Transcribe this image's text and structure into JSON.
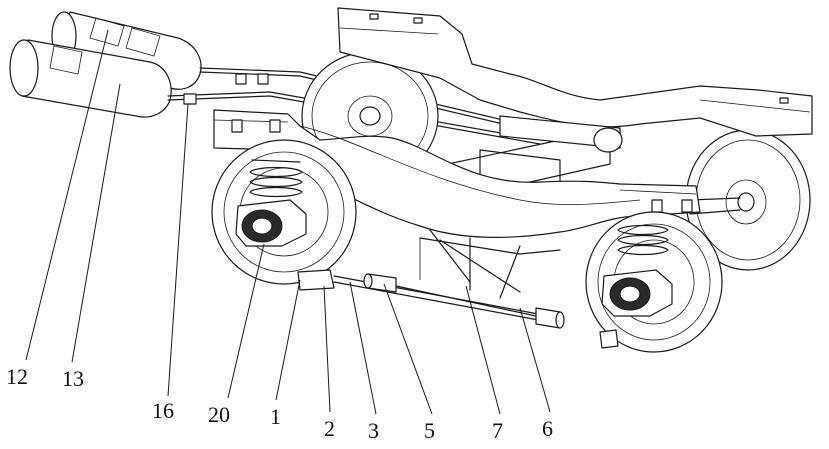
{
  "figure": {
    "callouts": [
      {
        "id": "12",
        "label": "12"
      },
      {
        "id": "13",
        "label": "13"
      },
      {
        "id": "16",
        "label": "16"
      },
      {
        "id": "20",
        "label": "20"
      },
      {
        "id": "1",
        "label": "1"
      },
      {
        "id": "2",
        "label": "2"
      },
      {
        "id": "3",
        "label": "3"
      },
      {
        "id": "5",
        "label": "5"
      },
      {
        "id": "7",
        "label": "7"
      },
      {
        "id": "6",
        "label": "6"
      }
    ]
  }
}
